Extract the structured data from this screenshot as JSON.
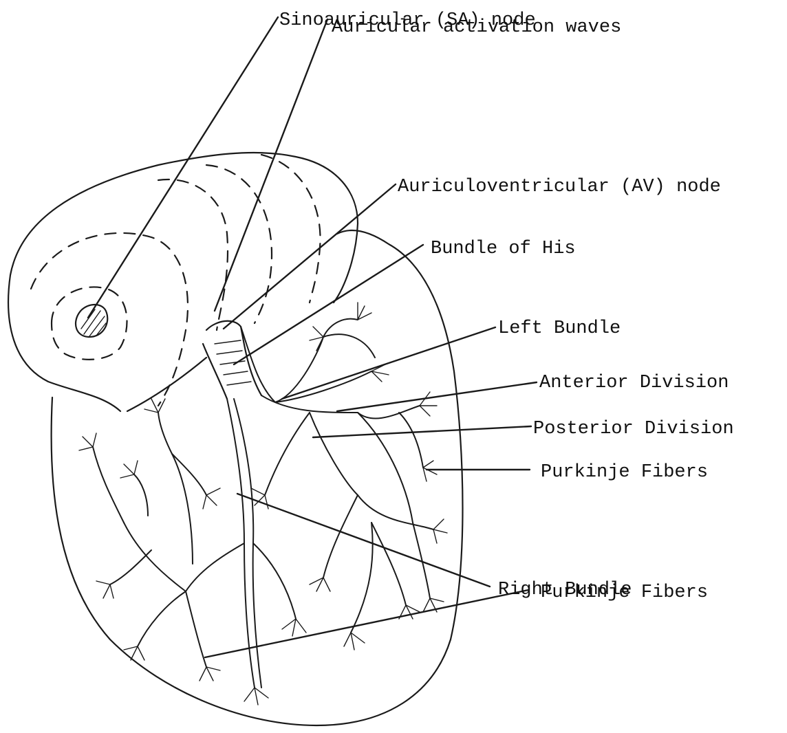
{
  "labels": {
    "sa_node": "Sinoauricular (SA) node",
    "activation_waves": "Auricular activation waves",
    "av_node": "Auriculoventricular (AV) node",
    "bundle_of_his": "Bundle of His",
    "left_bundle": "Left Bundle",
    "anterior_division": "Anterior Division",
    "posterior_division": "Posterior Division",
    "purkinje_fibers_upper": "Purkinje Fibers",
    "right_bundle": "Right Bundle",
    "purkinje_fibers_lower": "Purkinje Fibers"
  },
  "colors": {
    "ink": "#1a1a1a",
    "background": "#ffffff"
  }
}
